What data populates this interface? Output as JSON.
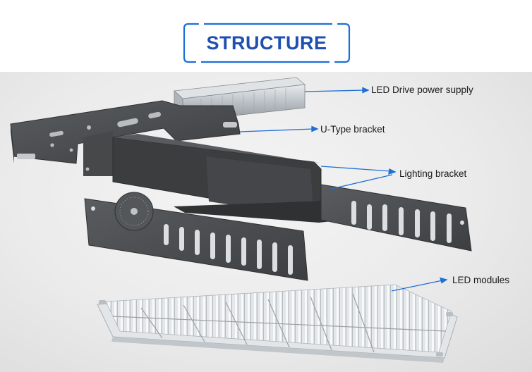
{
  "header": {
    "title": "STRUCTURE"
  },
  "colors": {
    "accent": "#1f6fd8",
    "title_text": "#1f4fb0",
    "bracket": "#4a4c4e",
    "heatsink": "#dde1e4"
  },
  "labels": [
    {
      "text": "LED Drive power supply"
    },
    {
      "text": "U-Type bracket"
    },
    {
      "text": "Lighting bracket"
    },
    {
      "text": "LED modules"
    }
  ]
}
